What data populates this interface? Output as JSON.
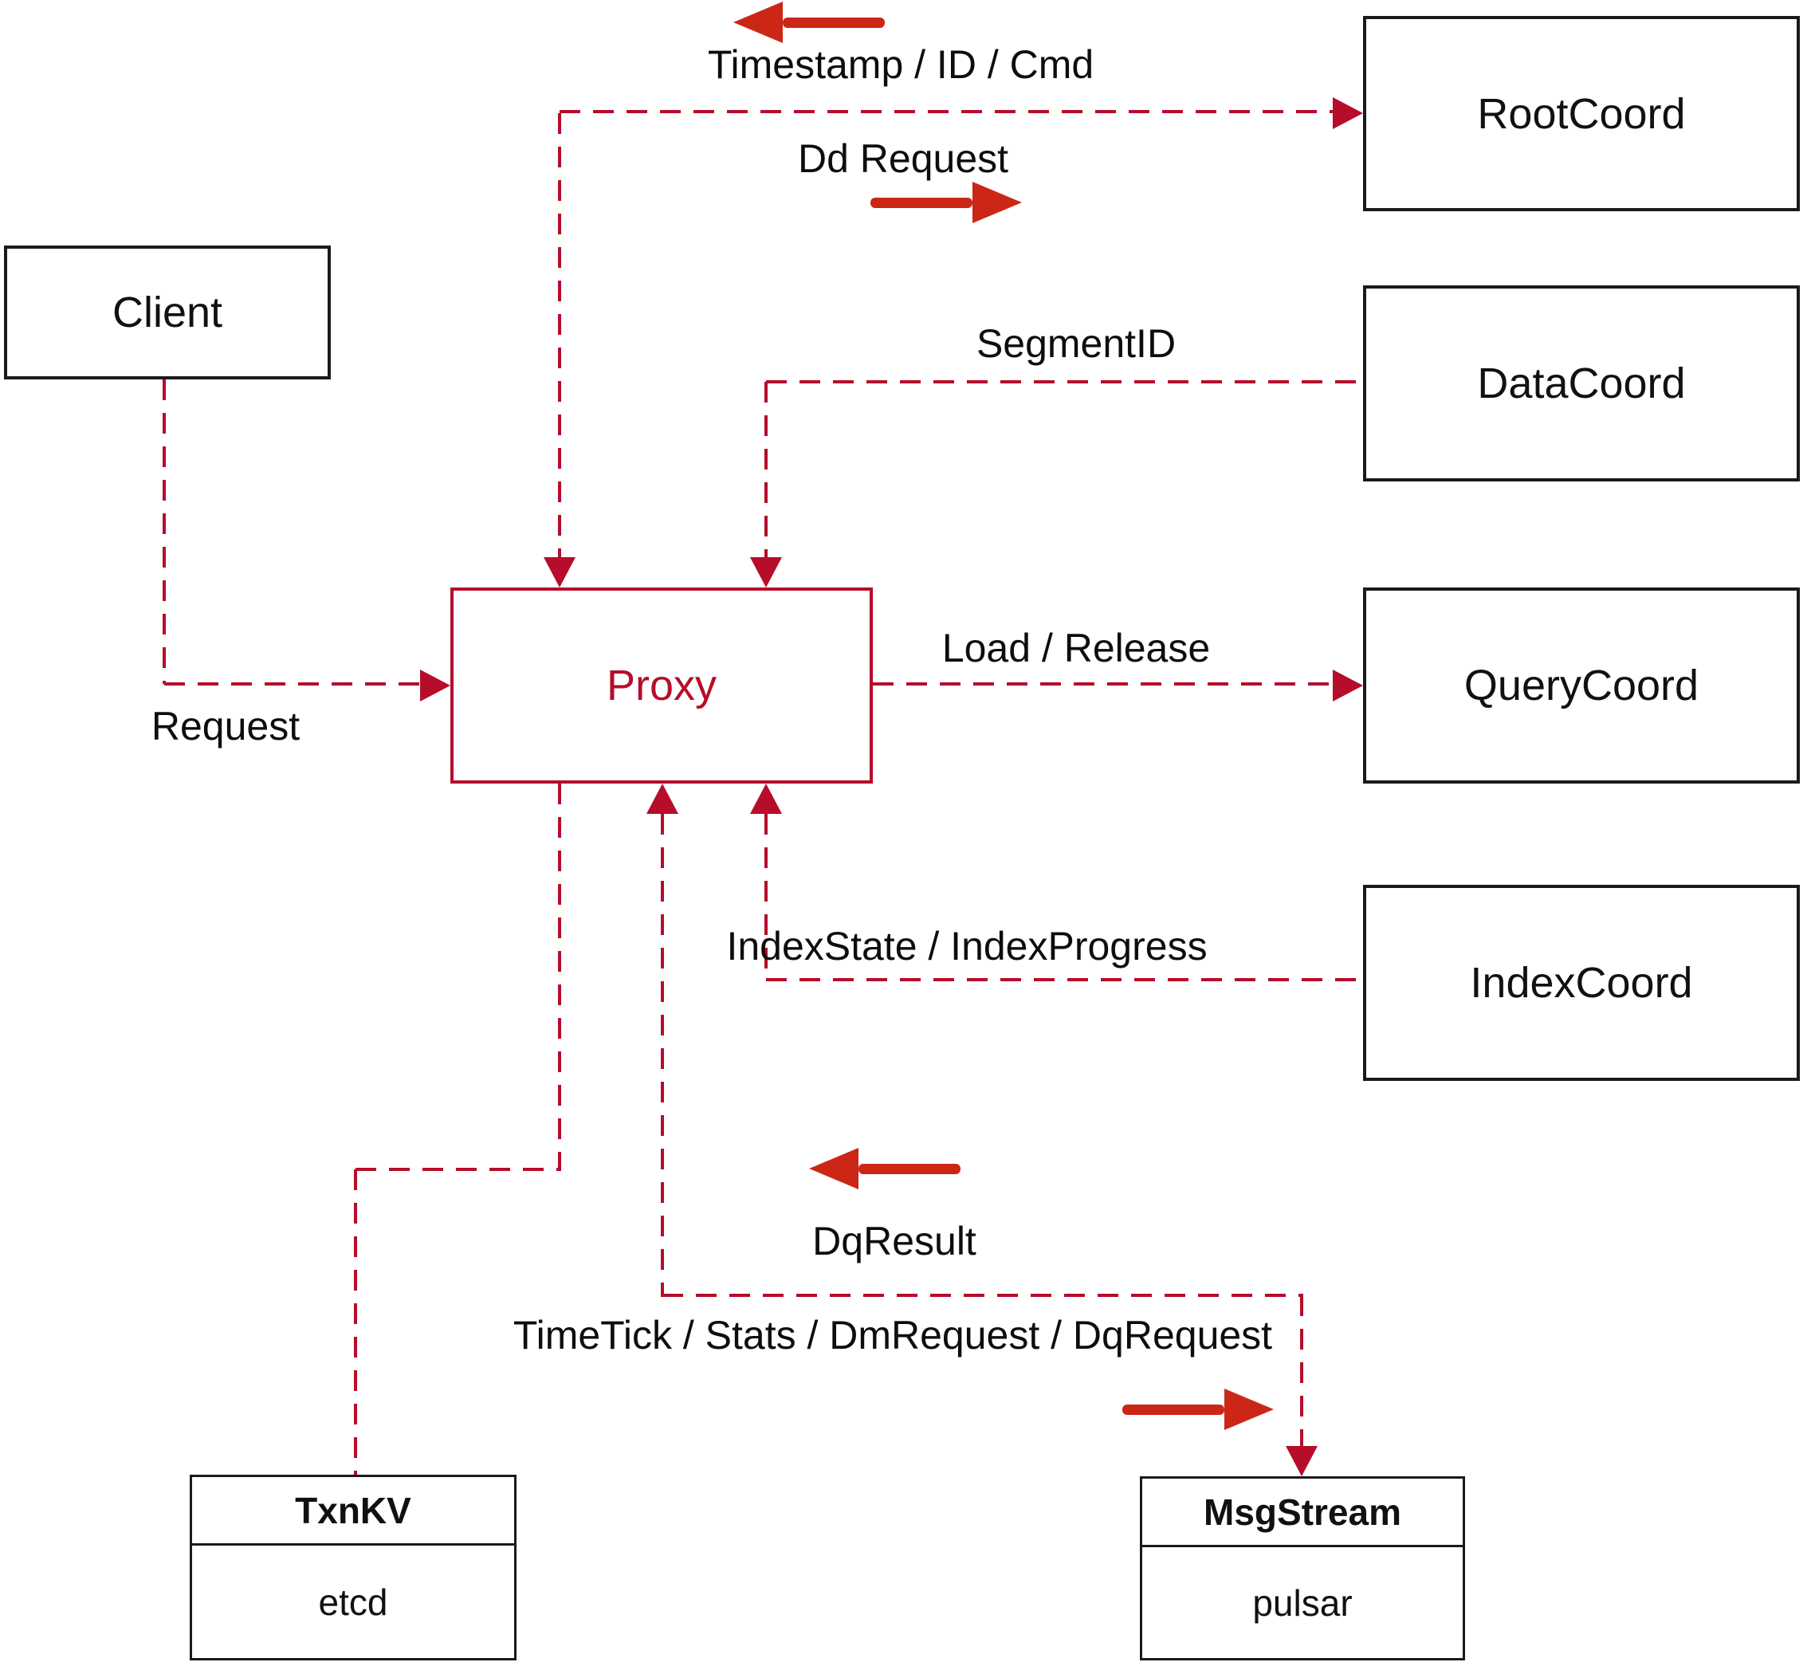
{
  "diagram": {
    "title": "Proxy architecture diagram",
    "colors": {
      "line_crimson": "#b60d2a",
      "arrow_red": "#cc2616",
      "box_border_black": "#1a1a1a",
      "background": "#ffffff"
    },
    "nodes": {
      "client": {
        "label": "Client"
      },
      "proxy": {
        "label": "Proxy"
      },
      "rootcoord": {
        "label": "RootCoord"
      },
      "datacoord": {
        "label": "DataCoord"
      },
      "querycoord": {
        "label": "QueryCoord"
      },
      "indexcoord": {
        "label": "IndexCoord"
      },
      "txnkv": {
        "title": "TxnKV",
        "impl": "etcd"
      },
      "msgstream": {
        "title": "MsgStream",
        "impl": "pulsar"
      }
    },
    "edges": {
      "client_to_proxy": {
        "label": "Request",
        "style": "dashed",
        "arrow": "into-proxy-left"
      },
      "proxy_rootcoord": {
        "label_return": "Timestamp / ID / Cmd",
        "label_send": "Dd Request",
        "style": "dashed",
        "arrows": "both-ends"
      },
      "datacoord_to_proxy": {
        "label": "SegmentID",
        "style": "dashed",
        "arrow": "into-proxy-top"
      },
      "proxy_to_querycoord": {
        "label": "Load / Release",
        "style": "dashed",
        "arrow": "into-querycoord"
      },
      "indexcoord_to_proxy": {
        "label": "IndexState / IndexProgress",
        "style": "dashed",
        "arrow": "into-proxy-bottom"
      },
      "proxy_txnkv": {
        "label": "",
        "style": "dashed",
        "arrows": "none"
      },
      "proxy_msgstream": {
        "label_return": "DqResult",
        "label_send": "TimeTick / Stats / DmRequest / DqRequest",
        "style": "dashed",
        "arrows": "both-ends"
      }
    }
  }
}
